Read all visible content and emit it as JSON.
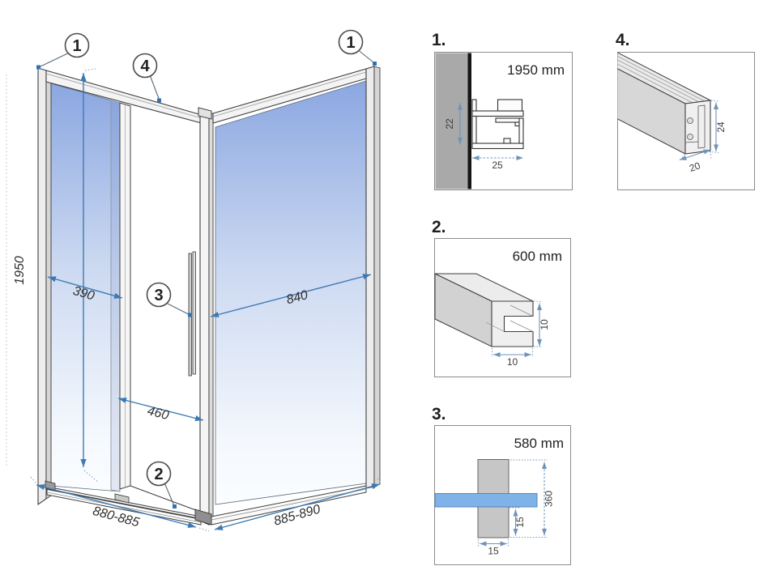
{
  "colors": {
    "dim_blue": "#3d7ab5",
    "detail_dim_blue": "#6f94ba",
    "glass_top_blue": "#8ba7e1",
    "glass_bottom": "#fbfdff",
    "marker_square_blue": "#2e74b5",
    "detail_glass_bar": "#7fb3e8",
    "wall_gray": "#a9a9a9",
    "outline_dark": "#3f3f3f"
  },
  "main": {
    "callouts": {
      "top_left": "1",
      "top_center": "4",
      "top_right": "1",
      "handle": "3",
      "track": "2"
    },
    "dims": {
      "height": "1950",
      "fixed_panel": "390",
      "door": "460",
      "side_panel": "840",
      "front_width": "880-885",
      "side_width": "885-890"
    }
  },
  "details": {
    "d1": {
      "label": "1.",
      "title": "1950 mm",
      "profile_height": "22",
      "profile_width": "25"
    },
    "d4": {
      "label": "4.",
      "rail_height": "24",
      "rail_depth": "20"
    },
    "d2": {
      "label": "2.",
      "title": "600 mm",
      "profile_height": "10",
      "profile_width": "10"
    },
    "d3": {
      "label": "3.",
      "title": "580 mm",
      "handle_length": "360",
      "handle_offset": "15",
      "handle_width": "15"
    }
  }
}
